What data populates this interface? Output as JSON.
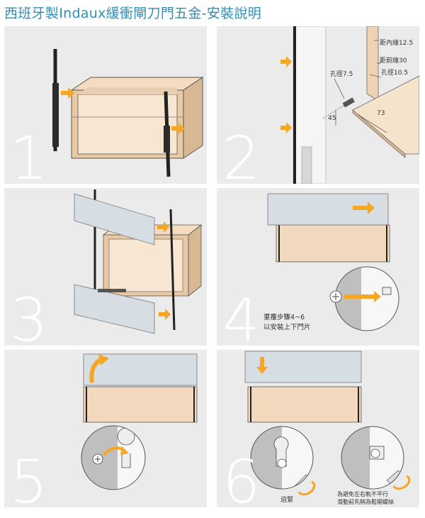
{
  "title": "西班牙製Indaux緩衝閘刀門五金-安裝說明",
  "steps": [
    {
      "number": "1"
    },
    {
      "number": "2",
      "labels": {
        "inner": "距內緣12.5",
        "front": "距前緣30",
        "hole1": "孔徑7.5",
        "hole2": "孔徑10.5",
        "dim45": "45",
        "dim73": "73"
      }
    },
    {
      "number": "3"
    },
    {
      "number": "4",
      "note": [
        "重覆步驟4~6",
        "以安裝上下門片"
      ]
    },
    {
      "number": "5"
    },
    {
      "number": "6",
      "tighten": "迫緊",
      "note": [
        "為避免左右軌不平行",
        "滑動前先稍為鬆開螺絲"
      ]
    }
  ],
  "colors": {
    "title": "#2f8fb5",
    "panel": "#ebebeb",
    "wood": "#f2d9bd",
    "arrow": "#f5a623"
  }
}
